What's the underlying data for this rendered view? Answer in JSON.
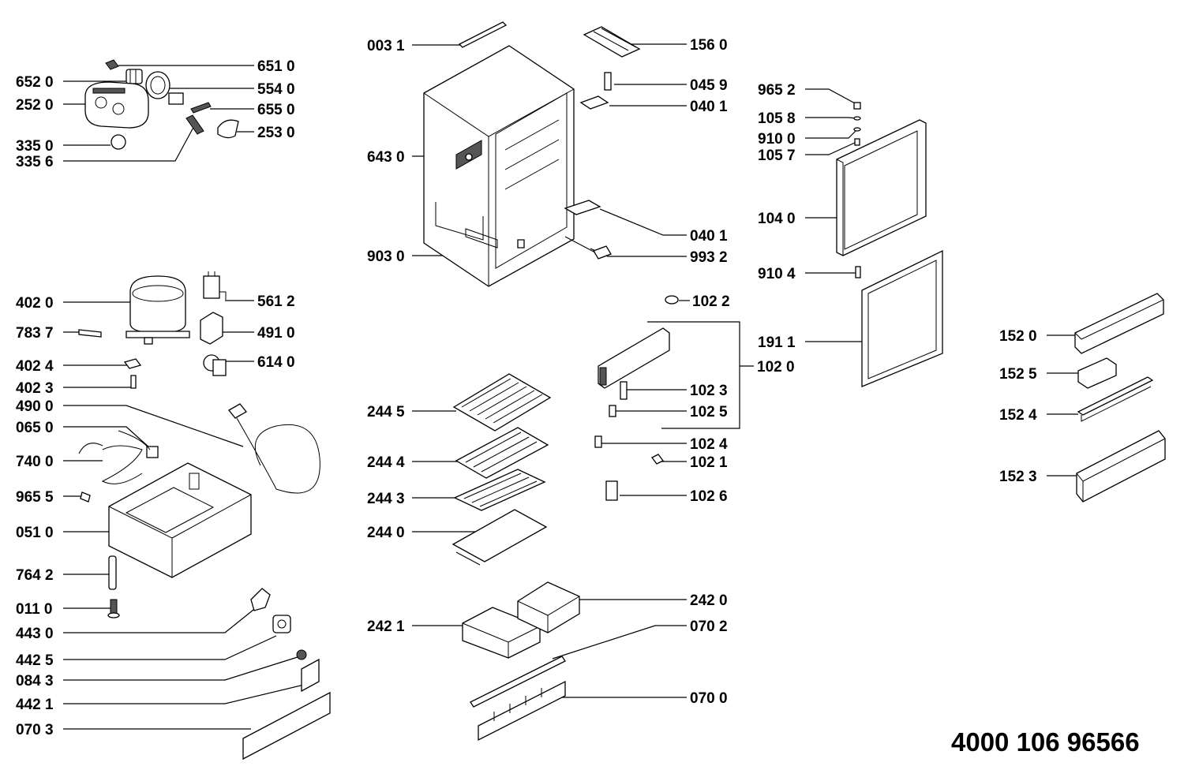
{
  "document_number": "4000 106 96566",
  "labels": {
    "651_0": "651 0",
    "652_0": "652 0",
    "554_0": "554 0",
    "252_0": "252 0",
    "655_0": "655 0",
    "253_0": "253 0",
    "335_0": "335 0",
    "335_6": "335 6",
    "402_0": "402 0",
    "561_2": "561 2",
    "783_7": "783 7",
    "491_0": "491 0",
    "402_4": "402 4",
    "614_0": "614 0",
    "402_3": "402 3",
    "490_0": "490 0",
    "065_0": "065 0",
    "740_0": "740 0",
    "965_5": "965 5",
    "051_0": "051 0",
    "764_2": "764 2",
    "011_0": "011 0",
    "443_0": "443 0",
    "442_5": "442 5",
    "084_3": "084 3",
    "442_1": "442 1",
    "070_3": "070 3",
    "003_1": "003 1",
    "643_0": "643 0",
    "903_0": "903 0",
    "244_5": "244 5",
    "244_4": "244 4",
    "244_3": "244 3",
    "244_0": "244 0",
    "242_1": "242 1",
    "156_0": "156 0",
    "045_9": "045 9",
    "040_1a": "040 1",
    "040_1b": "040 1",
    "993_2": "993 2",
    "102_2": "102 2",
    "102_0": "102 0",
    "102_3": "102 3",
    "102_5": "102 5",
    "102_4": "102 4",
    "102_1": "102 1",
    "102_6": "102 6",
    "242_0": "242 0",
    "070_2": "070 2",
    "070_0": "070 0",
    "965_2": "965 2",
    "105_8": "105 8",
    "910_0": "910 0",
    "105_7": "105 7",
    "104_0": "104 0",
    "910_4": "910 4",
    "191_1": "191 1",
    "152_0": "152 0",
    "152_5": "152 5",
    "152_4": "152 4",
    "152_3": "152 3"
  }
}
